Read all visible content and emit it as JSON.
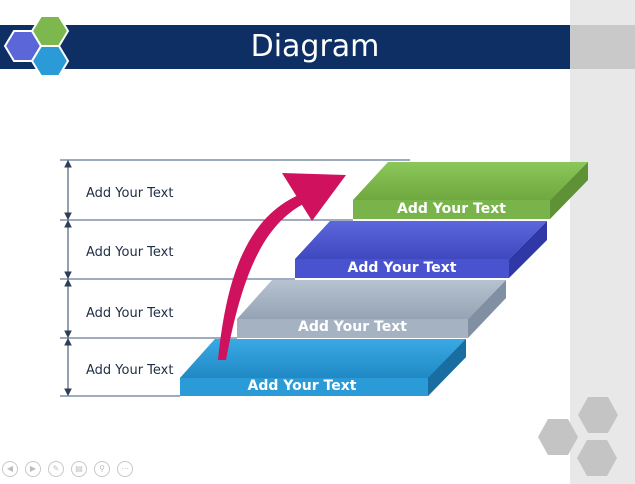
{
  "slide": {
    "title": "Diagram",
    "rows": [
      {
        "label": "Add Your Text"
      },
      {
        "label": "Add Your Text"
      },
      {
        "label": "Add Your Text"
      },
      {
        "label": "Add Your Text"
      }
    ],
    "steps": [
      {
        "label": "Add Your Text",
        "color": "#7db84e"
      },
      {
        "label": "Add Your Text",
        "color": "#4d57d1"
      },
      {
        "label": "Add Your Text",
        "color": "#a8b5c4"
      },
      {
        "label": "Add Your Text",
        "color": "#2b9bd8"
      }
    ],
    "arrow_color": "#d0115e",
    "logo_colors": [
      "#5b66d8",
      "#7db84e",
      "#2b9bd8"
    ]
  },
  "controls": [
    {
      "icon": "previous-icon"
    },
    {
      "icon": "next-icon"
    },
    {
      "icon": "pen-icon"
    },
    {
      "icon": "slides-icon"
    },
    {
      "icon": "zoom-icon"
    },
    {
      "icon": "more-icon"
    }
  ]
}
